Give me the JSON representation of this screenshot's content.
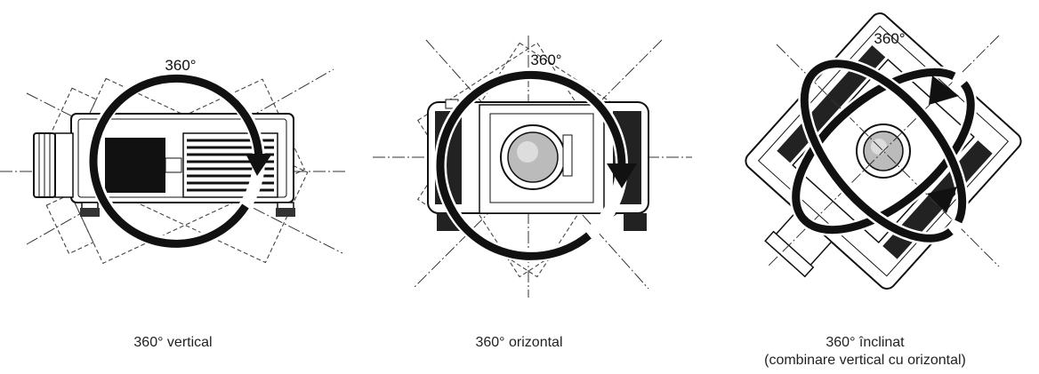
{
  "figures": [
    {
      "id": "vertical",
      "degree_label": "360°",
      "caption_lines": [
        "360° vertical"
      ]
    },
    {
      "id": "horizontal",
      "degree_label": "360°",
      "caption_lines": [
        "360° orizontal"
      ]
    },
    {
      "id": "tilt",
      "degree_label": "360°",
      "caption_lines": [
        "360° înclinat",
        "(combinare vertical cu orizontal)"
      ]
    }
  ]
}
